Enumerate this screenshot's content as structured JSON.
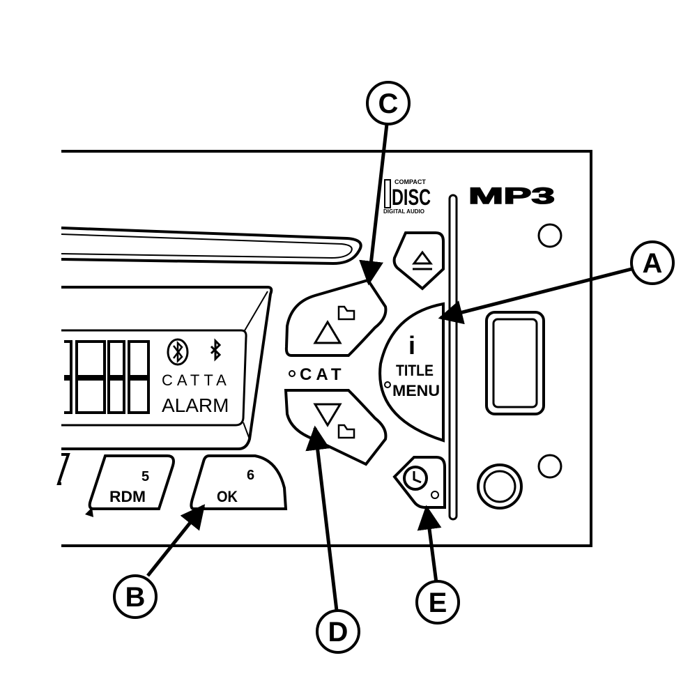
{
  "callouts": {
    "a": "A",
    "b": "B",
    "c": "C",
    "d": "D",
    "e": "E"
  },
  "panel": {
    "compact_disc_logo": {
      "top": "COMPACT",
      "middle": "DISC",
      "bottom": "DIGITAL AUDIO"
    },
    "mp3_logo": "MP3",
    "display": {
      "catta": "CATTA",
      "alarm": "ALARM"
    },
    "cat_label": "CAT",
    "info_button": {
      "info_glyph": "i",
      "title": "TITLE",
      "menu": "MENU"
    },
    "preset_5": {
      "number": "5",
      "label": "RDM"
    },
    "preset_6": {
      "number": "6",
      "label": "OK"
    }
  },
  "colors": {
    "ink": "#000000",
    "paper": "#ffffff"
  }
}
